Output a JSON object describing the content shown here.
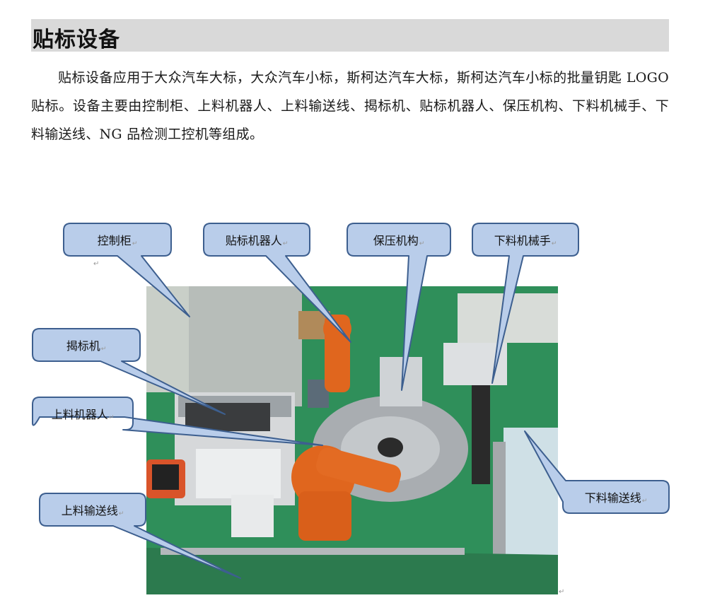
{
  "heading": {
    "title": "贴标设备"
  },
  "body": {
    "paragraph": "贴标设备应用于大众汽车大标，大众汽车小标，斯柯达汽车大标，斯柯达汽车小标的批量钥匙 LOGO 贴标。设备主要由控制柜、上料机器人、上料输送线、揭标机、贴标机器人、保压机构、下料机械手、下料输送线、NG 品检测工控机等组成。"
  },
  "figure": {
    "callouts": {
      "control_cabinet": "控制柜",
      "labeling_robot": "贴标机器人",
      "pressure_mechanism": "保压机构",
      "unloading_manipulator": "下料机械手",
      "label_peeler": "揭标机",
      "loading_robot": "上料机器人",
      "loading_conveyor": "上料输送线",
      "unloading_conveyor": "下料输送线"
    },
    "paragraph_mark": "↵"
  },
  "colors": {
    "callout_fill": "#b9cdea",
    "callout_stroke": "#3d5f8f",
    "heading_bg": "#d9d9d9",
    "floor_green": "#2f8f5a",
    "robot_orange": "#e0661e"
  }
}
